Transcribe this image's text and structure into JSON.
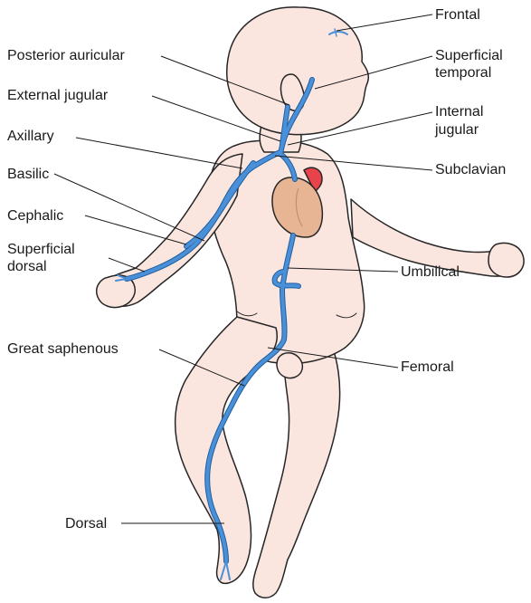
{
  "colors": {
    "skin": "#fbe6df",
    "outline": "#262626",
    "vein": "#4a90d9",
    "vein_dark": "#1f5f9e",
    "heart": "#e8b594",
    "heart_shadow": "#c88c6a",
    "artery": "#e8434b"
  },
  "labels": {
    "frontal": "Frontal",
    "superficial_temporal_1": "Superficial",
    "superficial_temporal_2": "temporal",
    "posterior_auricular": "Posterior auricular",
    "external_jugular": "External jugular",
    "internal_jugular_1": "Internal",
    "internal_jugular_2": "jugular",
    "axillary": "Axillary",
    "subclavian": "Subclavian",
    "basilic": "Basilic",
    "cephalic": "Cephalic",
    "superficial_dorsal_1": "Superficial",
    "superficial_dorsal_2": "dorsal",
    "umbilical": "Umbilical",
    "great_saphenous": "Great saphenous",
    "femoral": "Femoral",
    "dorsal": "Dorsal"
  }
}
